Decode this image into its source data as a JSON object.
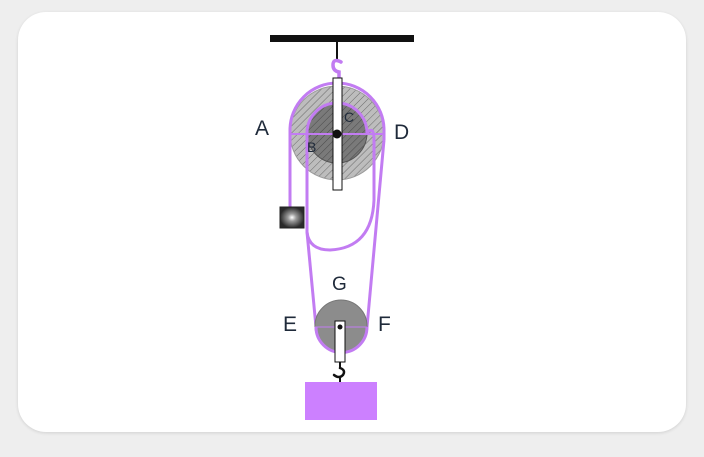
{
  "labels": {
    "A": "A",
    "B": "B",
    "C": "C",
    "D": "D",
    "E": "E",
    "F": "F",
    "G": "G"
  },
  "colors": {
    "rope": "#c27cf2",
    "load": "#cc80ff",
    "ceiling": "#111111",
    "upper_pulley_outer": "#bdbdbd",
    "upper_pulley_inner": "#7a7a7a",
    "lower_pulley": "#8c8c8c",
    "label_text": "#1f2a3a"
  },
  "icons": {
    "upper_hook": "hook-icon",
    "lower_hook": "hook-icon",
    "handle": "handle-block-icon"
  }
}
